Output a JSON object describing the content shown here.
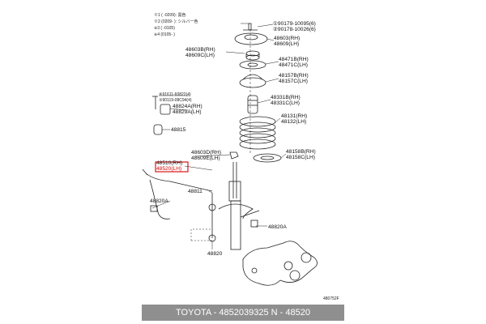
{
  "notes": [
    "※1 (        -0209): 黒色",
    "※2 (0209-        ): シルバー色",
    "※3 (        -0105)",
    "※4 (0105-        )"
  ],
  "labels": {
    "top_bolt_1": "①90179-10095(6)",
    "top_bolt_2": "②90178-10026(6)",
    "support_rh": "48603(RH)",
    "support_lh": "48609(LH)",
    "upper_rh": "48603B(RH)",
    "upper_lh": "48609C(LH)",
    "seat_rh": "48471B(RH)",
    "seat_lh": "48471C(LH)",
    "insulator_rh": "48157B(RH)",
    "insulator_lh": "48157C(LH)",
    "bump_rh": "48331B(RH)",
    "bump_lh": "48331C(LH)",
    "spring_rh": "48131(RH)",
    "spring_lh": "48132(LH)",
    "lower_ins_rh": "48158B(RH)",
    "lower_ins_lh": "48158C(LH)",
    "bolt_a": "④91611-60822(4)",
    "bolt_b": "③90119-08C94(4)",
    "bracket_rh": "48824A(RH)",
    "bracket_lh": "48829A(LH)",
    "bushing": "48815",
    "nut_rh": "48603D(RH)",
    "nut_lh": "48609E(LH)",
    "strut_rh": "48510(RH)",
    "strut_lh": "48520(LH)",
    "link": "48811",
    "link_nut": "48820A",
    "link_nut_2": "48820A",
    "link_bottom": "48820",
    "code": "480752F"
  },
  "footer": {
    "text": "TOYOTA - 4852039325    N - 48520"
  },
  "colors": {
    "highlight": "#d50000",
    "footer_bg": "#8f8f8f",
    "line": "#222222"
  }
}
